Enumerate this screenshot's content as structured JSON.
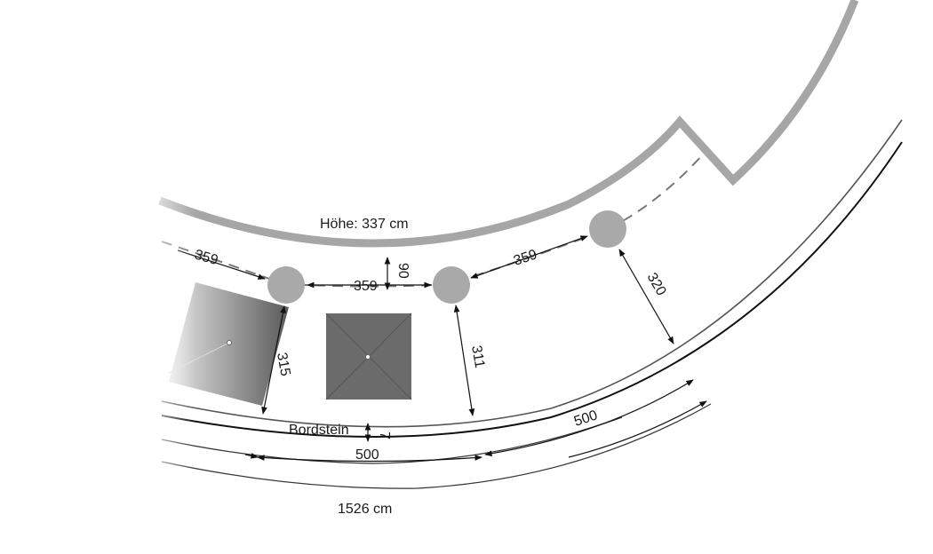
{
  "labels": {
    "height": "Höhe: 337 cm",
    "curb": "Bordstein",
    "total_length": "1526 cm"
  },
  "dimensions": {
    "pole_spacing_left": "359",
    "pole_spacing_middle": "359",
    "pole_spacing_right": "359",
    "pole_offset_wall": "90",
    "distance_left": "315",
    "distance_middle": "311",
    "distance_right": "320",
    "curb_height": "7",
    "segment_lower": "500",
    "segment_upper": "500"
  },
  "colors": {
    "wall": "#a6a6a6",
    "pole": "#a9a9a9",
    "umbrella_dark": "#6b6b6b",
    "line": "#111111"
  }
}
